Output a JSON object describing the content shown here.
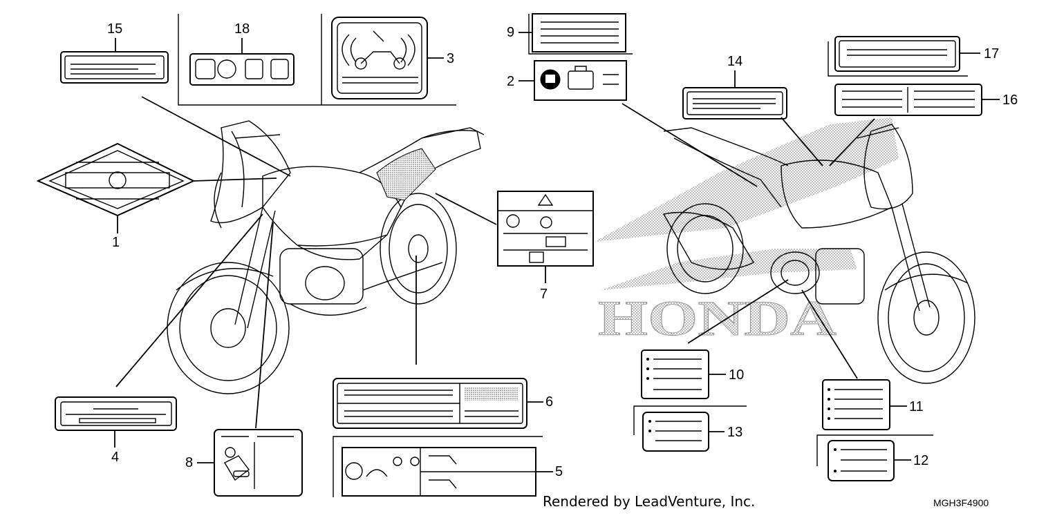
{
  "callouts": {
    "n1": "1",
    "n2": "2",
    "n3": "3",
    "n4": "4",
    "n5": "5",
    "n6": "6",
    "n7": "7",
    "n8": "8",
    "n9": "9",
    "n10": "10",
    "n11": "11",
    "n12": "12",
    "n13": "13",
    "n14": "14",
    "n15": "15",
    "n16": "16",
    "n17": "17",
    "n18": "18"
  },
  "brand_text": "HONDA",
  "footer": {
    "credit": "Rendered by LeadVenture, Inc.",
    "diagram_code": "MGH3F4900"
  }
}
